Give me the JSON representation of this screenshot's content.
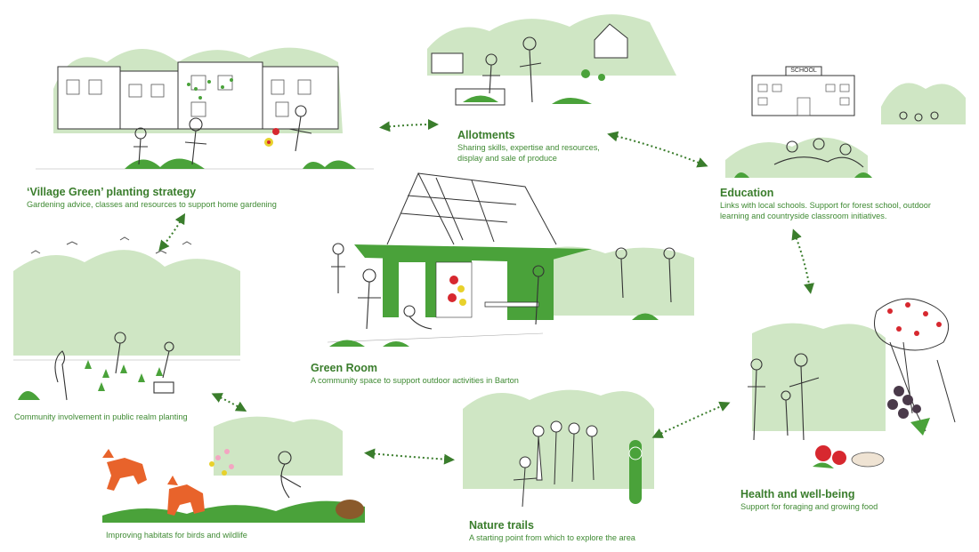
{
  "colors": {
    "accent_green": "#3a7d2c",
    "light_green": "#cfe6c4",
    "mid_green": "#4aa23a",
    "fox_orange": "#e8632b",
    "berry_red": "#d7282f",
    "sketch": "#333333"
  },
  "nodes": {
    "village_green": {
      "title": "‘Village Green’ planting strategy",
      "desc": "Gardening advice, classes and resources to support home gardening"
    },
    "allotments": {
      "title": "Allotments",
      "desc_line1": "Sharing skills, expertise and resources,",
      "desc_line2": "display and sale of produce"
    },
    "education": {
      "title": "Education",
      "desc_line1": "Links with local schools. Support for forest school, outdoor",
      "desc_line2": "learning and countryside classroom initiatives.",
      "school_sign": "SCHOOL"
    },
    "green_room": {
      "title": "Green Room",
      "desc": "A community space to support outdoor activities in Barton"
    },
    "community": {
      "desc": "Community involvement in public realm planting"
    },
    "health": {
      "title": "Health and well-being",
      "desc": "Support for foraging and growing food"
    },
    "habitats": {
      "desc": "Improving habitats for birds and wildlife"
    },
    "nature_trails": {
      "title": "Nature trails",
      "desc": "A starting point from which to explore the area"
    }
  }
}
